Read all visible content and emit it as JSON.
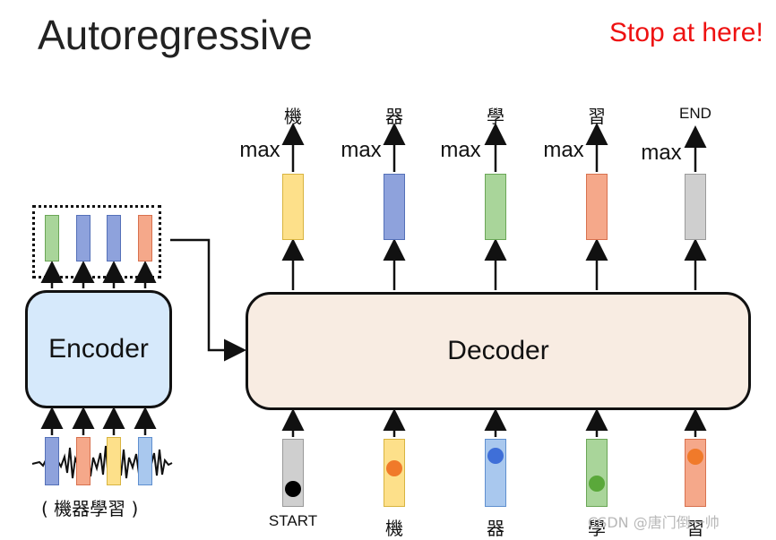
{
  "title": "Autoregressive",
  "note": "Stop at here!",
  "encoder": {
    "label": "Encoder",
    "input_caption": "( 機器學習 )"
  },
  "decoder": {
    "label": "Decoder",
    "max_label": "max",
    "outputs": [
      "機",
      "器",
      "學",
      "習",
      "END"
    ],
    "inputs": [
      "START",
      "機",
      "器",
      "學",
      "習"
    ]
  },
  "colors": {
    "yellow": "#fde08a",
    "blue": "#8ea2dc",
    "green": "#a9d59a",
    "salmon": "#f5a88a",
    "gray": "#cfcfcf",
    "light_blue": "#a9c8ee",
    "orange_dot": "#f07a2a",
    "blue_dot": "#3f6fd8",
    "green_dot": "#5aa83a",
    "black_dot": "#000000",
    "note_red": "#ee1111"
  },
  "watermark": "CSDN @唐门倒一帅"
}
